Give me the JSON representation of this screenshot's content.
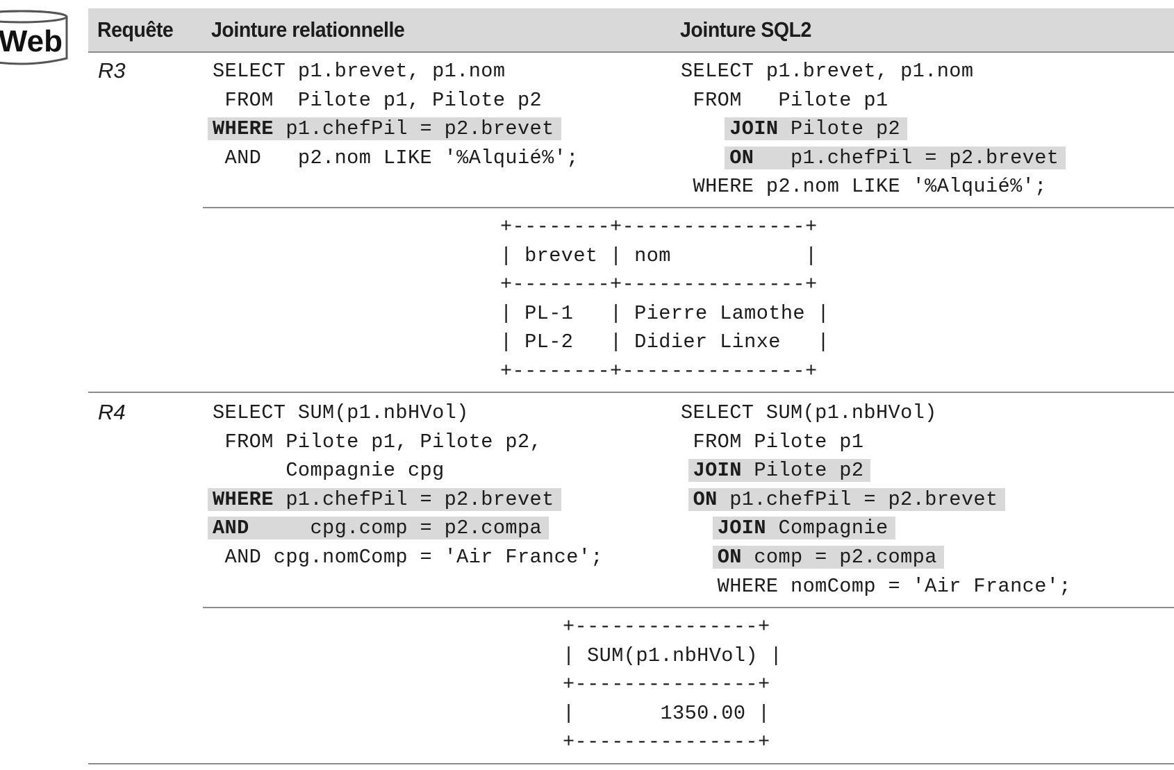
{
  "badge": {
    "text": "Web"
  },
  "header": {
    "col_query": "Requête",
    "col_relational": "Jointure relationnelle",
    "col_sql2": "Jointure SQL2"
  },
  "rows": [
    {
      "label": "R3",
      "relational": [
        {
          "text": "SELECT p1.brevet, p1.nom"
        },
        {
          "text": " FROM  Pilote p1, Pilote p2"
        },
        {
          "kw": "WHERE",
          "text": " p1.chefPil = p2.brevet",
          "highlight": true
        },
        {
          "text": " AND   p2.nom LIKE '%Alquié%';"
        }
      ],
      "sql2": [
        {
          "text": "SELECT p1.brevet, p1.nom"
        },
        {
          "text": " FROM   Pilote p1"
        },
        {
          "indent": "    ",
          "kw": "JOIN",
          "text": " Pilote p2",
          "highlight": true
        },
        {
          "indent": "    ",
          "kw": "ON",
          "text": "   p1.chefPil = p2.brevet",
          "highlight": true
        },
        {
          "text": " WHERE p2.nom LIKE '%Alquié%';"
        }
      ],
      "result": [
        "+--------+---------------+",
        "| brevet | nom           |",
        "+--------+---------------+",
        "| PL-1   | Pierre Lamothe |",
        "| PL-2   | Didier Linxe   |",
        "+--------+---------------+"
      ]
    },
    {
      "label": "R4",
      "relational": [
        {
          "text": "SELECT SUM(p1.nbHVol)"
        },
        {
          "text": " FROM Pilote p1, Pilote p2,"
        },
        {
          "text": "      Compagnie cpg"
        },
        {
          "kw": "WHERE",
          "text": " p1.chefPil = p2.brevet",
          "highlight": true
        },
        {
          "kw": "AND",
          "text": "     cpg.comp = p2.compa",
          "highlight": true
        },
        {
          "text": " AND cpg.nomComp = 'Air France';"
        }
      ],
      "sql2": [
        {
          "text": "SELECT SUM(p1.nbHVol)"
        },
        {
          "text": " FROM Pilote p1"
        },
        {
          "indent": " ",
          "kw": "JOIN",
          "text": " Pilote p2",
          "highlight": true
        },
        {
          "indent": " ",
          "kw": "ON",
          "text": " p1.chefPil = p2.brevet",
          "highlight": true
        },
        {
          "indent": "   ",
          "kw": "JOIN",
          "text": " Compagnie",
          "highlight": true
        },
        {
          "indent": "   ",
          "kw": "ON",
          "text": " comp = p2.compa",
          "highlight": true
        },
        {
          "text": "   WHERE nomComp = 'Air France';"
        }
      ],
      "result": [
        "+---------------+",
        "| SUM(p1.nbHVol) |",
        "+---------------+",
        "|       1350.00 |",
        "+---------------+"
      ]
    }
  ]
}
